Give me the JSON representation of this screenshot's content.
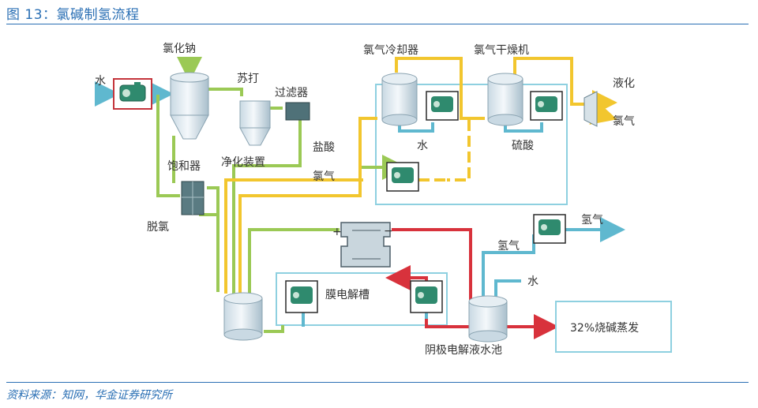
{
  "figure": {
    "title": "图 13：氯碱制氢流程",
    "source": "资料来源：知网，华金证券研究所"
  },
  "labels": {
    "water_in": "水",
    "nacl": "氯化钠",
    "soda": "苏打",
    "filter": "过滤器",
    "saturator": "饱和器",
    "purifier": "净化装置",
    "hcl": "盐酸",
    "chlorine_mid": "氯气",
    "dechlorination": "脱氯",
    "cl_cooler": "氯气冷却器",
    "cl_dryer": "氯气干燥机",
    "liquefy": "液化",
    "chlorine_out": "氯气",
    "cooler_water": "水",
    "sulfuric_acid": "硫酸",
    "electrolyzer": "膜电解槽",
    "hydrogen_left": "氢气",
    "hydrogen_out": "氢气",
    "water_cathode": "水",
    "cathode_tank": "阴极电解液水池",
    "caustic": "32%烧碱蒸发",
    "plus": "+",
    "minus": "−"
  },
  "colors": {
    "brine": "#9bc955",
    "chlorine": "#f2c62e",
    "caustic": "#d8323c",
    "water": "#5fb8cf",
    "enclosure": "#8ed0e0",
    "title_blue": "#2a6fb4"
  }
}
